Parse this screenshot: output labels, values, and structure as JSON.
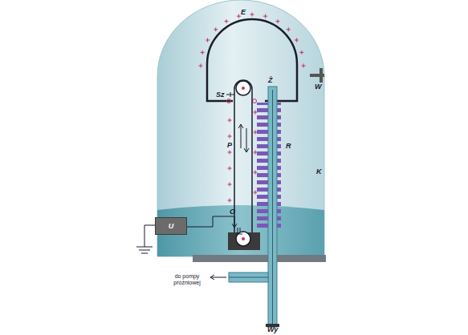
{
  "diagram": {
    "nodes": [
      {
        "text": [
          "U"
        ]
      }
    ],
    "labels": [
      "E",
      "W",
      "Ż",
      "Sz",
      "P",
      "R",
      "K",
      "O",
      "do pompy próżniowej",
      "Wy"
    ]
  }
}
